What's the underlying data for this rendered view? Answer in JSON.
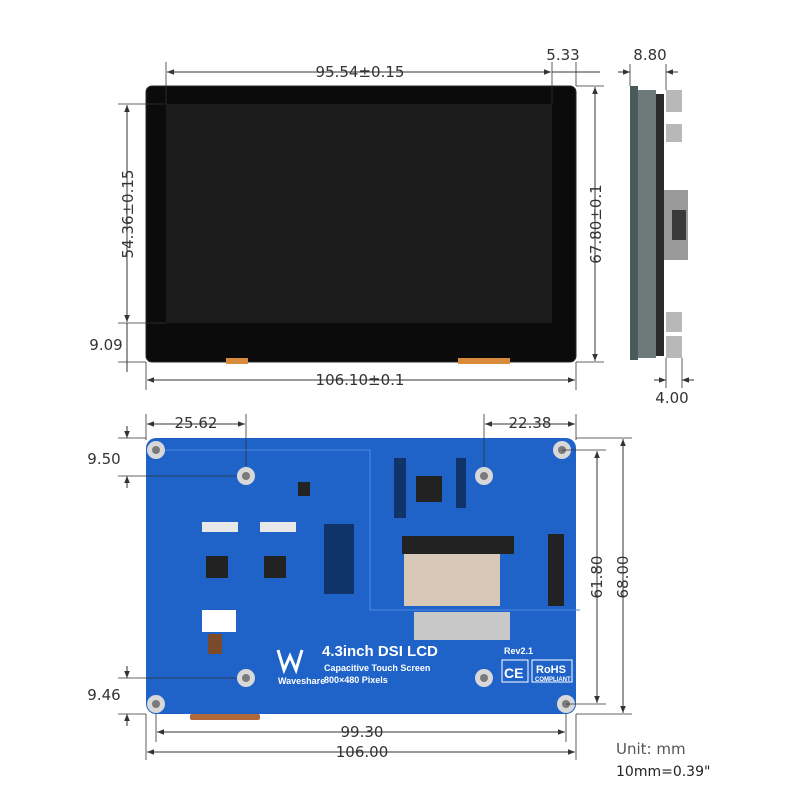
{
  "colors": {
    "pcb": "#1f63c8",
    "pcb_dark": "#1a56b0",
    "screen": "#101010",
    "dim_line": "#333333"
  },
  "front_view": {
    "width_active": "95.54±0.15",
    "right_offset": "5.33",
    "height_active": "54.36±0.15",
    "bottom_offset": "9.09",
    "height_total": "67.80±0.1",
    "width_total": "106.10±0.1"
  },
  "side_view": {
    "thickness": "8.80",
    "bottom_depth": "4.00"
  },
  "back_view": {
    "hole_left_offset": "25.62",
    "hole_right_offset": "22.38",
    "top_offset": "9.50",
    "bottom_offset": "9.46",
    "hole_height": "61.80",
    "total_height": "68.00",
    "hole_spacing": "99.30",
    "total_width": "106.00",
    "title": "4.3inch DSI LCD",
    "subtitle": "Capacitive Touch Screen",
    "resolution": "800×480 Pixels",
    "brand": "Waveshare",
    "revision": "Rev2.1",
    "ce_mark": "CE",
    "rohs_mark": "RoHS",
    "rohs_sub": "COMPLIANT"
  },
  "units": {
    "unit": "Unit: mm",
    "conversion": "10mm=0.39\""
  }
}
